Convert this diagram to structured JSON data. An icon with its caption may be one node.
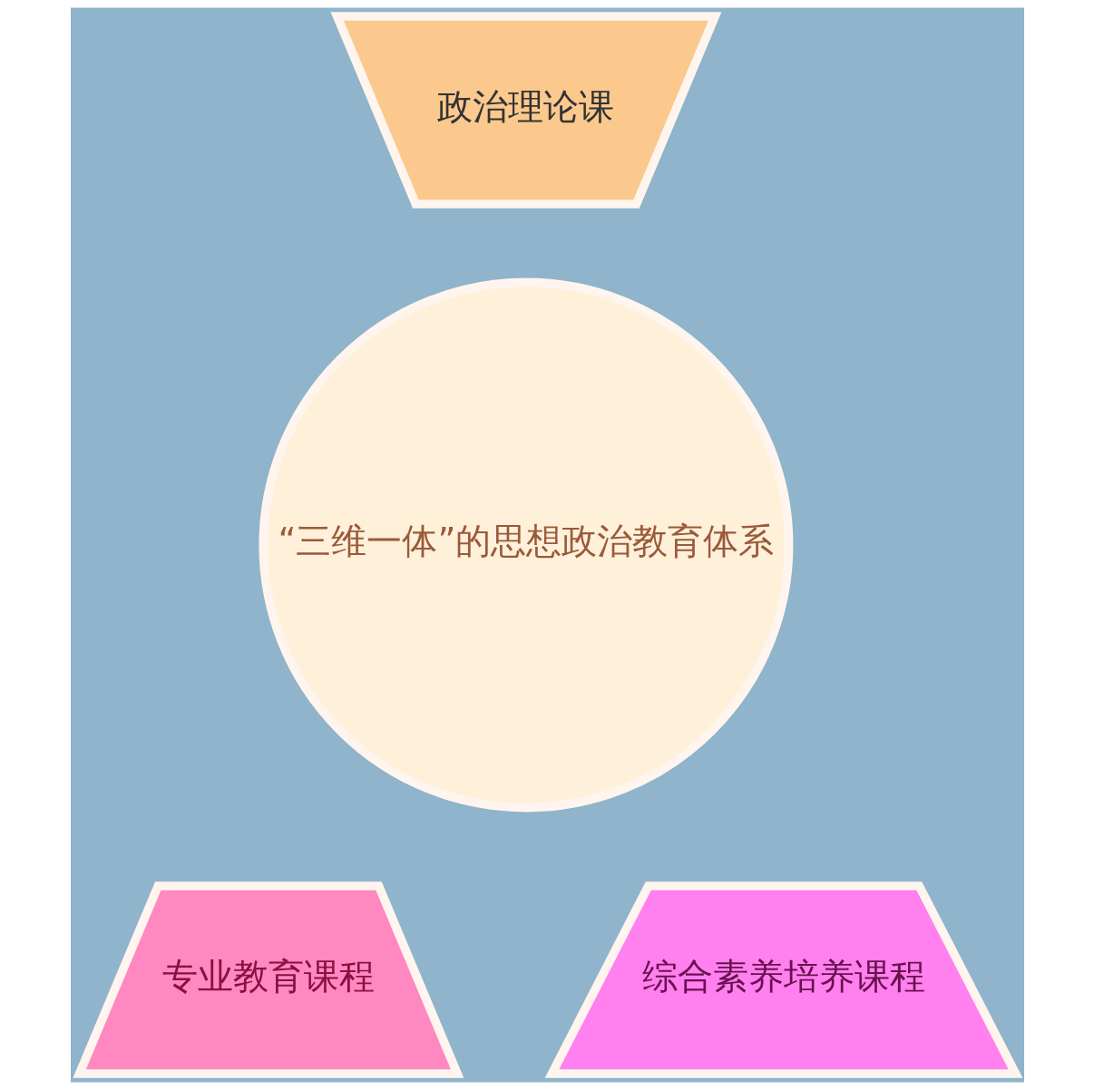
{
  "diagram": {
    "nodes": [
      {
        "text": [
          "“三维一体”的思想政治教育体系"
        ]
      },
      {
        "text": [
          "政治理论课"
        ]
      },
      {
        "text": [
          "专业教育课程"
        ]
      },
      {
        "text": [
          "综合素养培养课程"
        ]
      }
    ],
    "edges": []
  }
}
